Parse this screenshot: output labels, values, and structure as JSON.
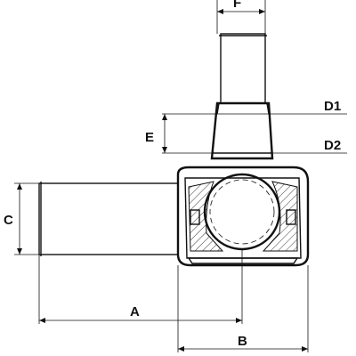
{
  "labels": {
    "A": "A",
    "B": "B",
    "C": "C",
    "D1": "D1",
    "D2": "D2",
    "E": "E",
    "F": "F"
  },
  "colors": {
    "line": "#111111",
    "fill": "#ffffff",
    "shade": "#d9d9d9"
  }
}
